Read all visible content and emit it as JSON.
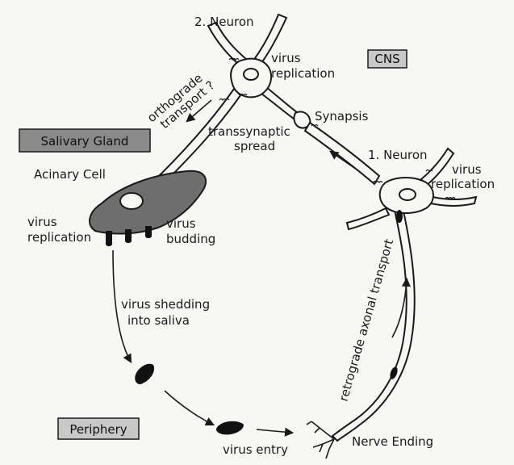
{
  "colors": {
    "ink": "#1a1a1a",
    "paper": "#f7f7f5",
    "cell": "#6e6e6e",
    "box_dark": "#8a8a8a",
    "box_light": "#c8c8c8"
  },
  "labels": {
    "neuron2": "2. Neuron",
    "cns": "CNS",
    "virus_replication_top_1": "virus",
    "virus_replication_top_2": "replication",
    "orthograde_1": "orthograde",
    "orthograde_2": "transport ?",
    "synapsis": "Synapsis",
    "salivary_gland": "Salivary Gland",
    "transsynaptic_1": "transsynaptic",
    "transsynaptic_2": "spread",
    "neuron1": "1. Neuron",
    "virus_replication_right_1": "virus",
    "virus_replication_right_2": "replication",
    "acinary_cell": "Acinary Cell",
    "virus_replication_left_1": "virus",
    "virus_replication_left_2": "replication",
    "virus_budding_1": "virus",
    "virus_budding_2": "budding",
    "retrograde": "retrograde  axonal transport",
    "shedding_1": "virus shedding",
    "shedding_2": "into saliva",
    "periphery": "Periphery",
    "virus_entry": "virus entry",
    "nerve_ending": "Nerve Ending"
  }
}
